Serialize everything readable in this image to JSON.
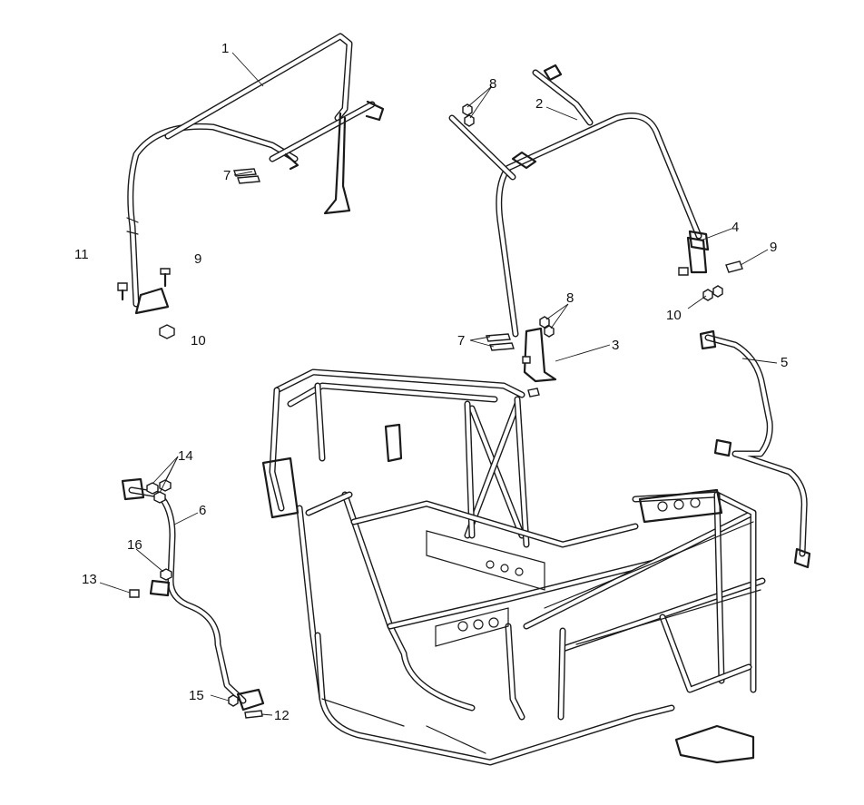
{
  "callouts": [
    {
      "id": "c1",
      "text": "1"
    },
    {
      "id": "c2",
      "text": "2"
    },
    {
      "id": "c3",
      "text": "3"
    },
    {
      "id": "c4",
      "text": "4"
    },
    {
      "id": "c5",
      "text": "5"
    },
    {
      "id": "c6",
      "text": "6"
    },
    {
      "id": "c7a",
      "text": "7"
    },
    {
      "id": "c7b",
      "text": "7"
    },
    {
      "id": "c8a",
      "text": "8"
    },
    {
      "id": "c8b",
      "text": "8"
    },
    {
      "id": "c9a",
      "text": "9"
    },
    {
      "id": "c9b",
      "text": "9"
    },
    {
      "id": "c10a",
      "text": "10"
    },
    {
      "id": "c10b",
      "text": "10"
    },
    {
      "id": "c11",
      "text": "11"
    },
    {
      "id": "c12",
      "text": "12"
    },
    {
      "id": "c13",
      "text": "13"
    },
    {
      "id": "c14",
      "text": "14"
    },
    {
      "id": "c15",
      "text": "15"
    },
    {
      "id": "c16",
      "text": "16"
    }
  ]
}
